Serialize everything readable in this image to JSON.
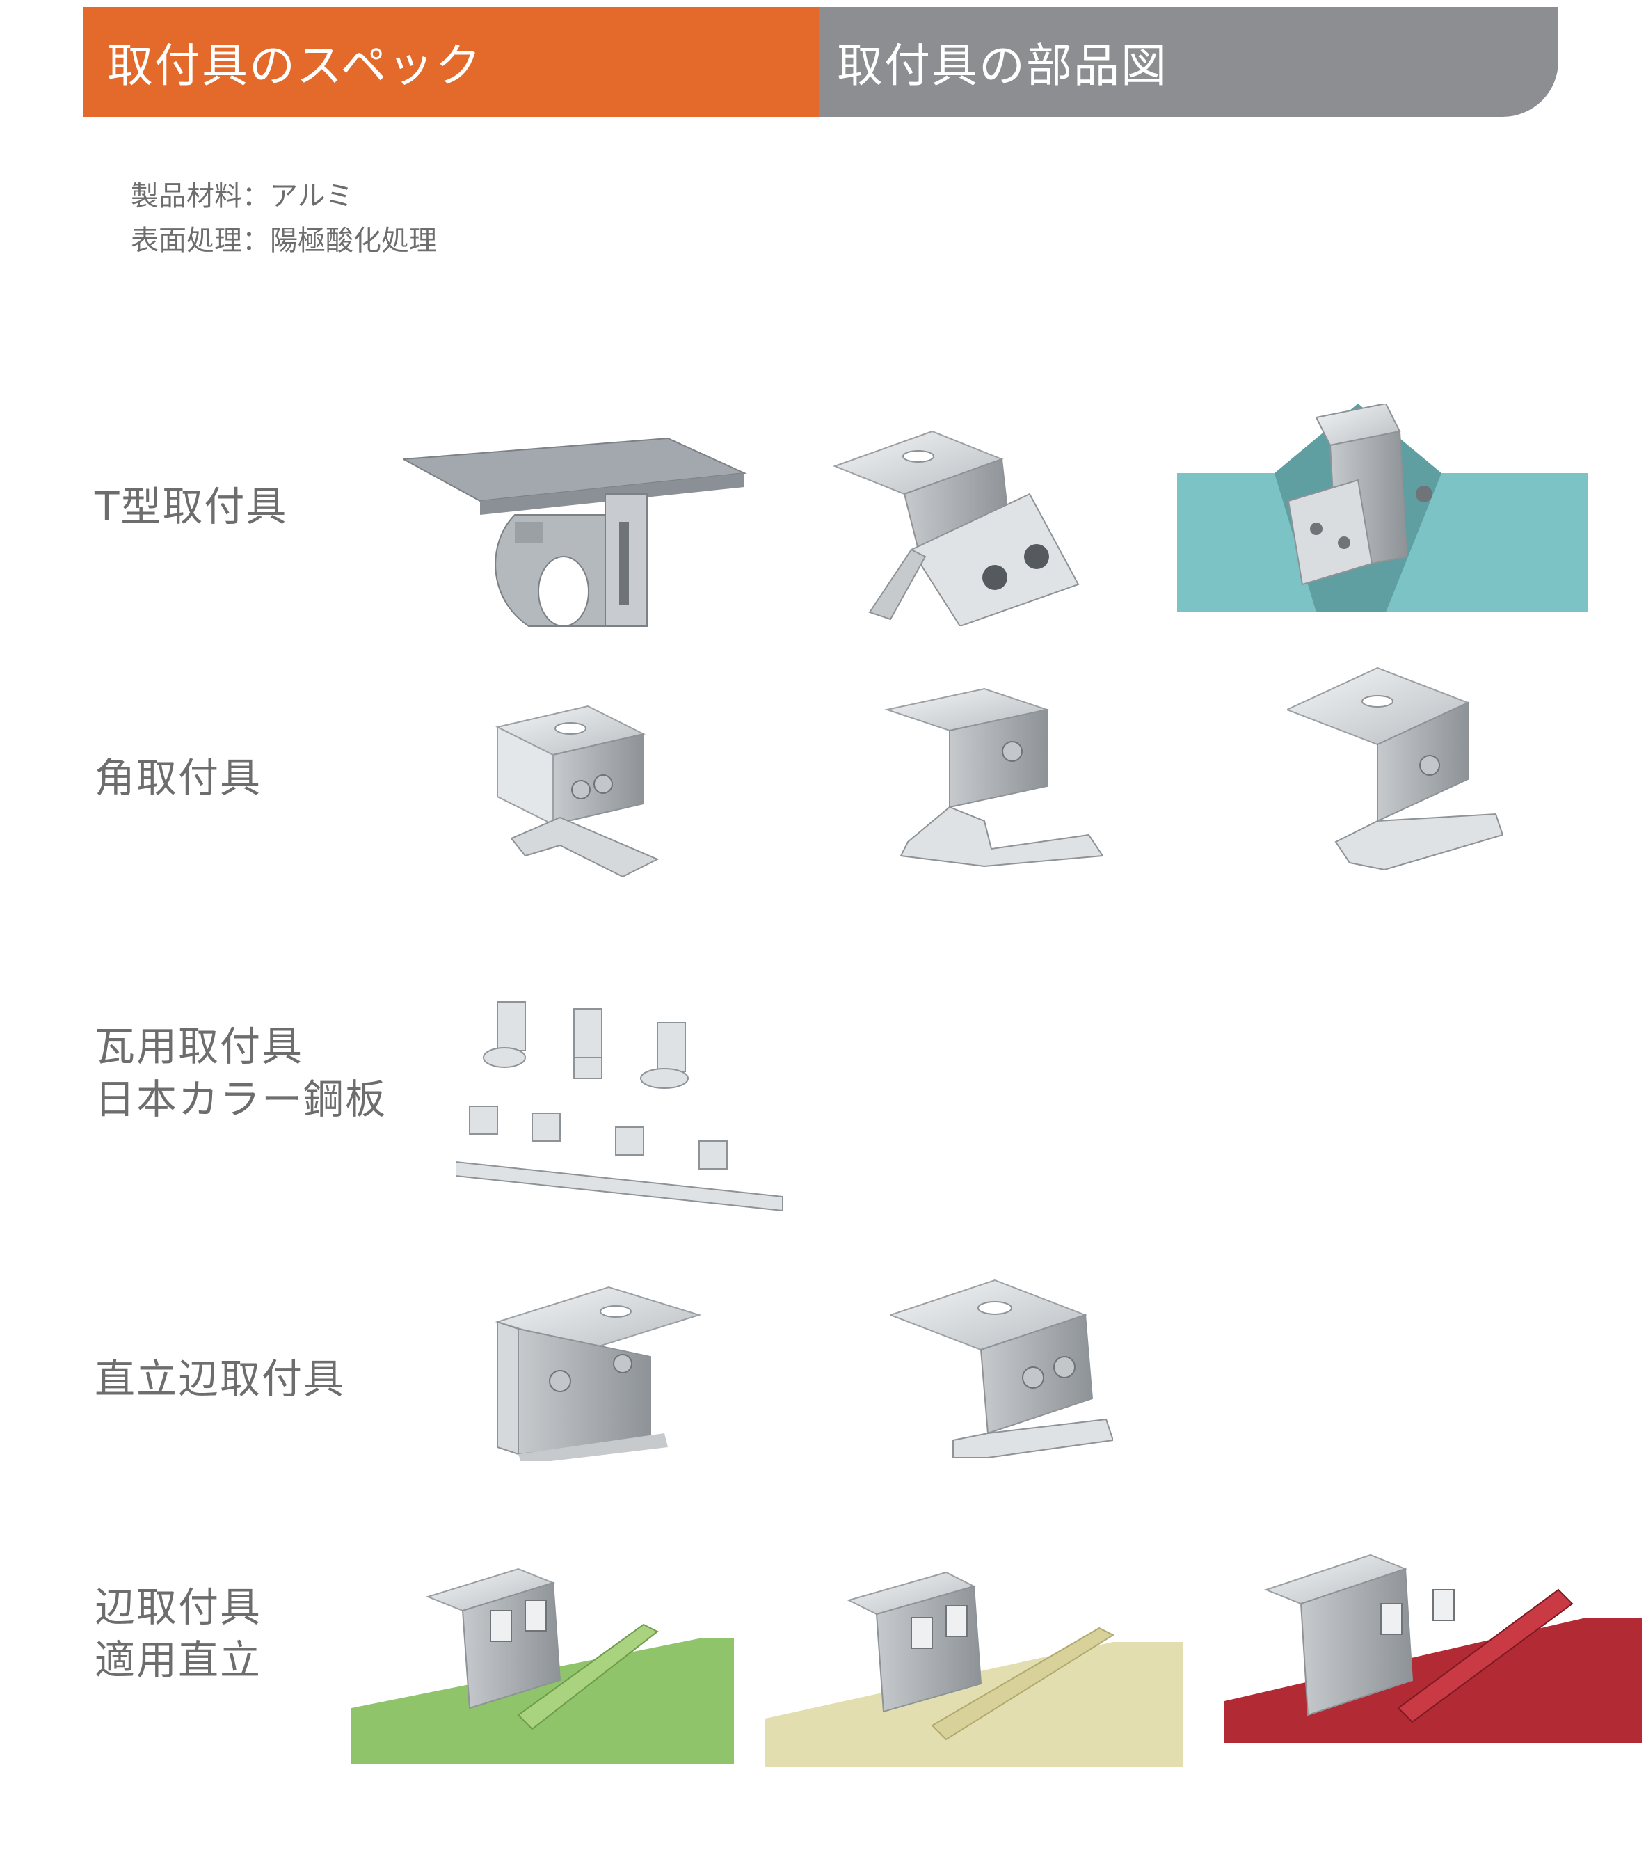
{
  "header": {
    "spec_tab": "取付具のスペック",
    "parts_tab": "取付具の部品図"
  },
  "specs": [
    {
      "label": "製品材料：",
      "value": "アルミ"
    },
    {
      "label": "表面処理：",
      "value": "陽極酸化処理"
    }
  ],
  "categories": [
    {
      "label": "T型取付具"
    },
    {
      "label": "角取付具"
    },
    {
      "label_lines": [
        "瓦用取付具",
        "日本カラー鋼板"
      ]
    },
    {
      "label": "直立辺取付具"
    },
    {
      "label_lines": [
        "辺取付具",
        "適用直立"
      ]
    }
  ],
  "colors": {
    "orange": "#e36a2a",
    "gray": "#8c8e92",
    "text": "#6d6d6d",
    "aluminum": "#d9dde0",
    "roof_teal": "#7cc3c5",
    "roof_green": "#8fc46a",
    "roof_cream": "#e2deb0",
    "roof_red": "#b22a33"
  }
}
